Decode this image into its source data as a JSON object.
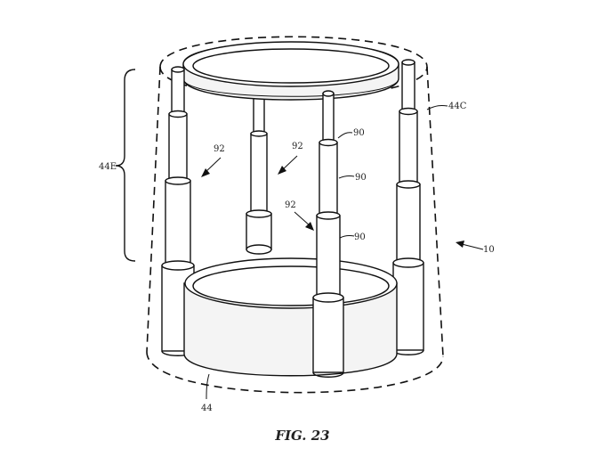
{
  "labels": {
    "enclosure": "44C",
    "bracket": "44E",
    "device": "10",
    "base": "44",
    "pin_a": "90",
    "pin_b": "90",
    "pin_c": "90",
    "gap_a": "92",
    "gap_b": "92",
    "gap_c": "92"
  },
  "caption": "FIG. 23"
}
